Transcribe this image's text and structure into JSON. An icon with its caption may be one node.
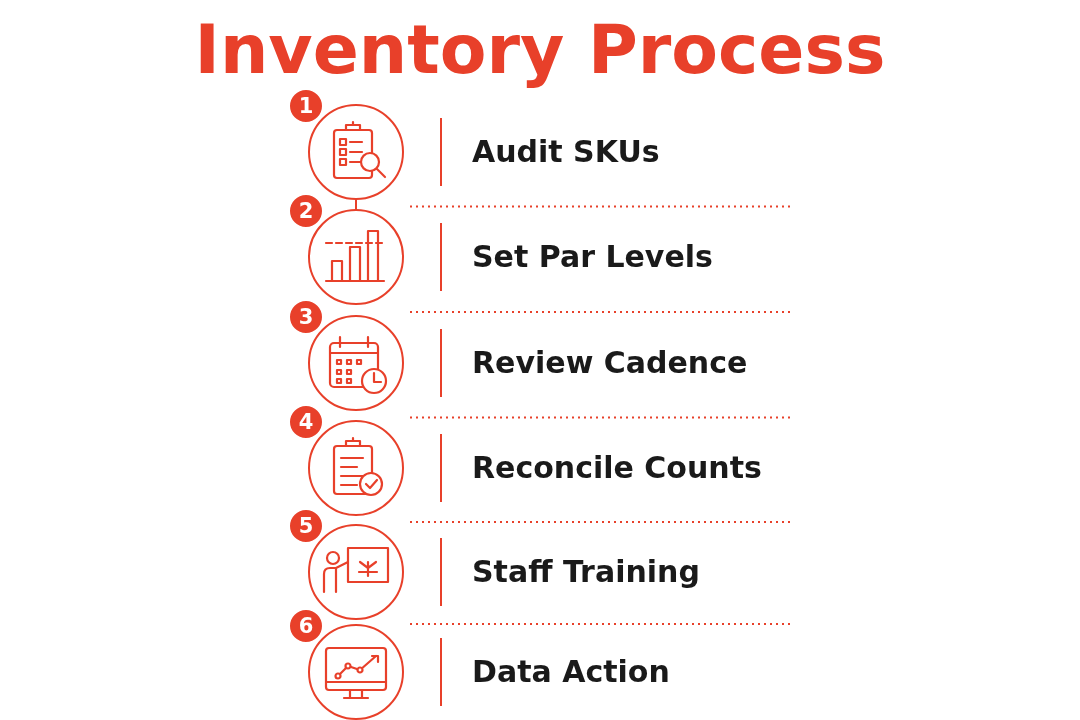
{
  "diagram": {
    "title": "Inventory Process",
    "nodes": [
      {
        "text": [
          "1"
        ],
        "beside": [
          "Audit SKUs"
        ]
      },
      {
        "text": [
          "2"
        ],
        "beside": [
          "Set Par Levels"
        ]
      },
      {
        "text": [
          "3"
        ],
        "beside": [
          "Review Cadence"
        ]
      },
      {
        "text": [
          "4"
        ],
        "beside": [
          "Reconcile Counts"
        ]
      },
      {
        "text": [
          "5"
        ],
        "beside": [
          "Staff Training"
        ]
      },
      {
        "text": [
          "6"
        ],
        "beside": [
          "Data Action"
        ]
      }
    ],
    "edges": [
      {
        "from": 0,
        "to": 1,
        "arrow": "none"
      }
    ]
  }
}
